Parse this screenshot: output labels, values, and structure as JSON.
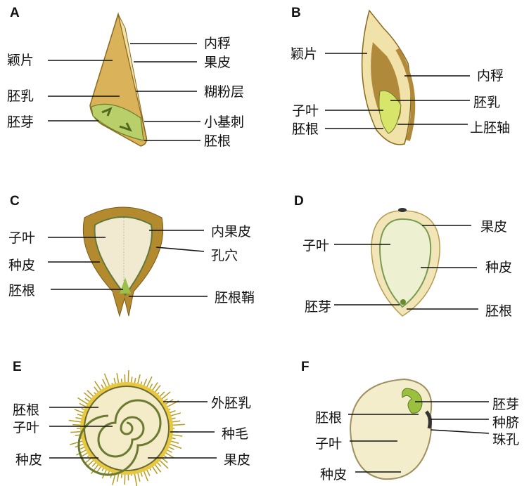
{
  "panels": {
    "A": {
      "letter": "A",
      "labels": [
        "颖片",
        "胚乳",
        "胚芽",
        "内稃",
        "果皮",
        "糊粉层",
        "小基刺",
        "胚根"
      ]
    },
    "B": {
      "letter": "B",
      "labels": [
        "颖片",
        "子叶",
        "胚根",
        "内稃",
        "胚乳",
        "上胚轴"
      ]
    },
    "C": {
      "letter": "C",
      "labels": [
        "子叶",
        "种皮",
        "胚根",
        "内果皮",
        "孔穴",
        "胚根鞘"
      ]
    },
    "D": {
      "letter": "D",
      "labels": [
        "子叶",
        "胚芽",
        "果皮",
        "种皮",
        "胚根"
      ]
    },
    "E": {
      "letter": "E",
      "labels": [
        "胚根",
        "子叶",
        "种皮",
        "外胚乳",
        "种毛",
        "果皮"
      ]
    },
    "F": {
      "letter": "F",
      "labels": [
        "胚根",
        "子叶",
        "种皮",
        "胚芽",
        "种脐",
        "珠孔"
      ]
    }
  },
  "colors": {
    "husk": "#c9a24a",
    "endosperm": "#e6cf92",
    "embryo": "#9bb84a",
    "seed": "#f0ecc8",
    "seedcoat": "#a8822e"
  }
}
